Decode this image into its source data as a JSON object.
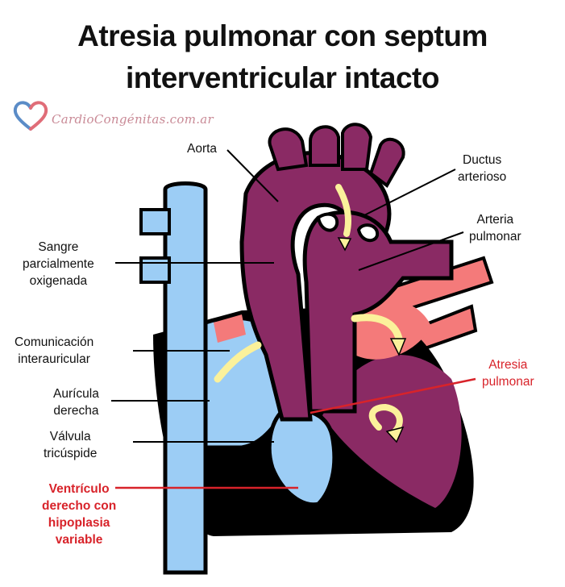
{
  "title": {
    "line1": "Atresia pulmonar con septum",
    "line2": "interventricular intacto"
  },
  "brand": {
    "text": "CardioCongénitas.com.ar",
    "logo_icon": "heart-outline-icon",
    "colors": {
      "left": "#5b8cc7",
      "right": "#e06d78"
    }
  },
  "labels": {
    "aorta": [
      "Aorta"
    ],
    "ductus": [
      "Ductus",
      "arterioso"
    ],
    "arteria": [
      "Arteria",
      "pulmonar"
    ],
    "sangre": [
      "Sangre",
      "parcialmente",
      "oxigenada"
    ],
    "comunicacion": [
      "Comunicación",
      "interauricular"
    ],
    "auricula": [
      "Aurícula",
      "derecha"
    ],
    "valvula": [
      "Válvula",
      "tricúspide"
    ],
    "atresia": [
      "Atresia",
      "pulmonar"
    ],
    "ventriculo": [
      "Ventrículo",
      "derecho con",
      "hipoplasia",
      "variable"
    ]
  },
  "colors": {
    "oxygen_mixed": "#8a2a64",
    "venous": "#9ccdf5",
    "arterial": "#f47a7a",
    "flow_arrow": "#fbf19b",
    "wall": "#000000",
    "label_highlight": "#d8232a"
  }
}
